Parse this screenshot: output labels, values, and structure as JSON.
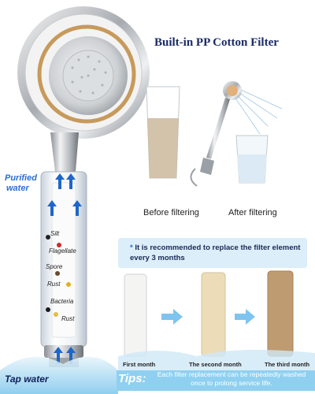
{
  "headline": "Built-in PP Cotton Filter",
  "comparison": {
    "before_label": "Before filtering",
    "after_label": "After filtering"
  },
  "recommendation": {
    "bullet": "*",
    "text": "It is recommended to replace the filter element every 3 months"
  },
  "labels": {
    "purified_line1": "Purified",
    "purified_line2": "water",
    "tap_water": "Tap water"
  },
  "contaminants": [
    "Silt",
    "Flagellate",
    "Spore",
    "Rust",
    "Bacteria",
    "Rust"
  ],
  "contaminant_colors": [
    "#222222",
    "#d22a2a",
    "#6a4b2a",
    "#e0b020",
    "#1a1a1a",
    "#e0c040"
  ],
  "filters": [
    {
      "label": "First month",
      "color": "#f4f4f2"
    },
    {
      "label": "The second month",
      "color": "#ecdcb8"
    },
    {
      "label": "The third month",
      "color": "#bf9b72"
    }
  ],
  "tips": {
    "label": "Tips:",
    "text": "Each filter replacement can be repeatedly washed once to prolong service life."
  },
  "colors": {
    "headline": "#1a2a66",
    "accent": "#2a6fd1",
    "banner": "#dbeefa",
    "tips_bar": "#8fd0f1"
  }
}
